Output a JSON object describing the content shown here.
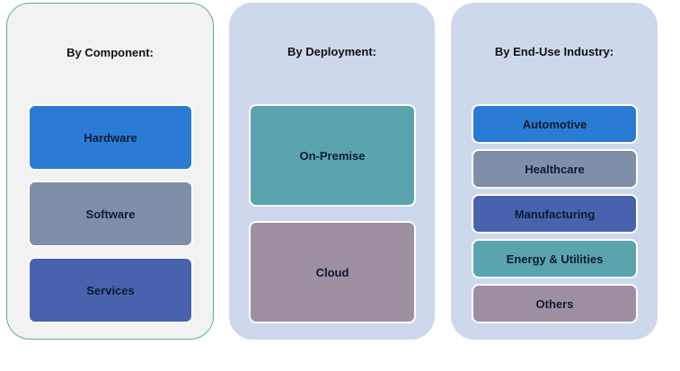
{
  "colors": {
    "blue": "#2a7bd4",
    "slate": "#7f8faa",
    "indigo": "#4862ad",
    "teal": "#5aa4ae",
    "mauve": "#9e8fa1",
    "panel_light": "#f2f2f2",
    "panel_blue": "#cdd8ec",
    "panel_border": "#5aaaa6"
  },
  "panels": [
    {
      "title": "By Component:",
      "items": [
        {
          "label": "Hardware",
          "color": "#2a7bd4"
        },
        {
          "label": "Software",
          "color": "#7f8faa"
        },
        {
          "label": "Services",
          "color": "#4862ad"
        }
      ]
    },
    {
      "title": "By Deployment:",
      "items": [
        {
          "label": "On-Premise",
          "color": "#5aa4ae"
        },
        {
          "label": "Cloud",
          "color": "#9e8fa1"
        }
      ]
    },
    {
      "title": "By End-Use Industry:",
      "items": [
        {
          "label": "Automotive",
          "color": "#2a7bd4"
        },
        {
          "label": "Healthcare",
          "color": "#7f8faa"
        },
        {
          "label": "Manufacturing",
          "color": "#4862ad"
        },
        {
          "label": "Energy & Utilities",
          "color": "#5aa4ae"
        },
        {
          "label": "Others",
          "color": "#9e8fa1"
        }
      ]
    }
  ]
}
